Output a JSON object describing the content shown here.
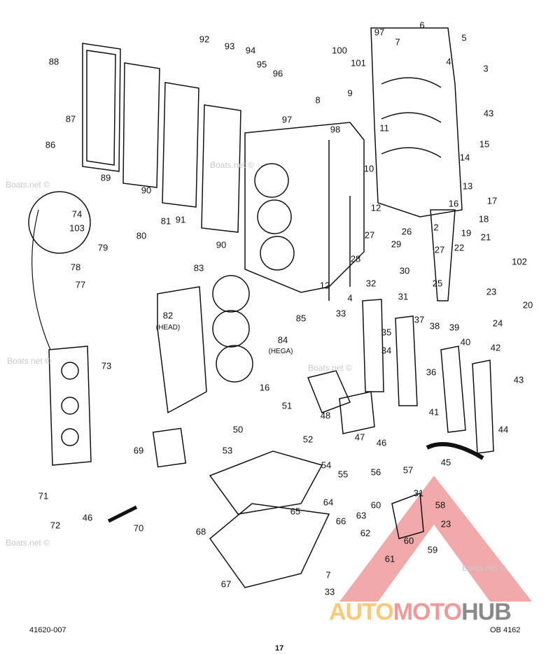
{
  "callouts": [
    "88",
    "87",
    "86",
    "89",
    "90",
    "91",
    "90",
    "92",
    "93",
    "94",
    "95",
    "96",
    "100",
    "101",
    "97",
    "6",
    "7",
    "5",
    "4",
    "3",
    "8",
    "9",
    "98",
    "11",
    "97",
    "43",
    "15",
    "14",
    "10",
    "13",
    "17",
    "16",
    "18",
    "12",
    "2",
    "19",
    "21",
    "26",
    "27",
    "27",
    "22",
    "29",
    "28",
    "30",
    "32",
    "31",
    "25",
    "23",
    "102",
    "20",
    "24",
    "12",
    "4",
    "33",
    "74",
    "103",
    "80",
    "81",
    "79",
    "78",
    "77",
    "83",
    "85",
    "82",
    "(HEAD)",
    "84",
    "(HEGA)",
    "73",
    "37",
    "38",
    "39",
    "40",
    "35",
    "34",
    "42",
    "36",
    "43",
    "41",
    "16",
    "51",
    "48",
    "47",
    "46",
    "50",
    "52",
    "44",
    "45",
    "69",
    "53",
    "54",
    "55",
    "56",
    "57",
    "71",
    "72",
    "46",
    "70",
    "65",
    "64",
    "66",
    "63",
    "60",
    "31",
    "58",
    "23",
    "62",
    "60",
    "59",
    "61",
    "68",
    "67",
    "7",
    "33"
  ],
  "footer": {
    "left_code": "41620-007",
    "right_code": "OB 4162",
    "page_number": "17"
  },
  "watermarks": {
    "site": "Boats.net ©",
    "brand_auto": "AUTO",
    "brand_moto": "MOTO",
    "brand_hub": "HUB"
  },
  "colors": {
    "line": "#111111",
    "brand_red": "#ef9a9a",
    "brand_orange": "#fcc97a",
    "brand_gray": "#8a8a8a"
  }
}
